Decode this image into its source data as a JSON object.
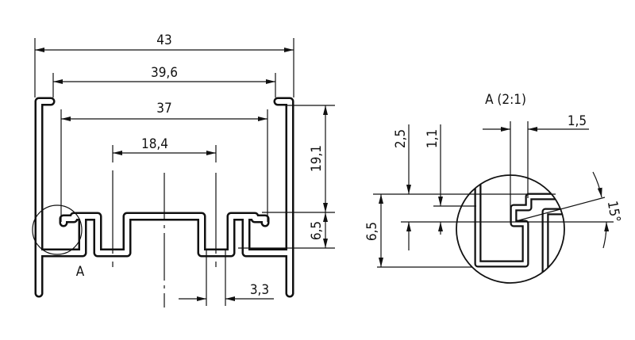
{
  "main_view": {
    "dimensions": {
      "overall_width": "43",
      "lip_width": "39,6",
      "inner_width": "37",
      "groove_spacing": "18,4",
      "height": "19,1",
      "base_height": "6,5",
      "groove_width": "3,3"
    },
    "detail_marker": "A"
  },
  "detail_view": {
    "title": "A (2:1)",
    "dimensions": {
      "depth": "2,5",
      "slot_height": "1,1",
      "slot_width": "1,5",
      "height": "6,5",
      "angle": "15°"
    }
  },
  "colors": {
    "line": "#111111",
    "background": "#ffffff"
  }
}
